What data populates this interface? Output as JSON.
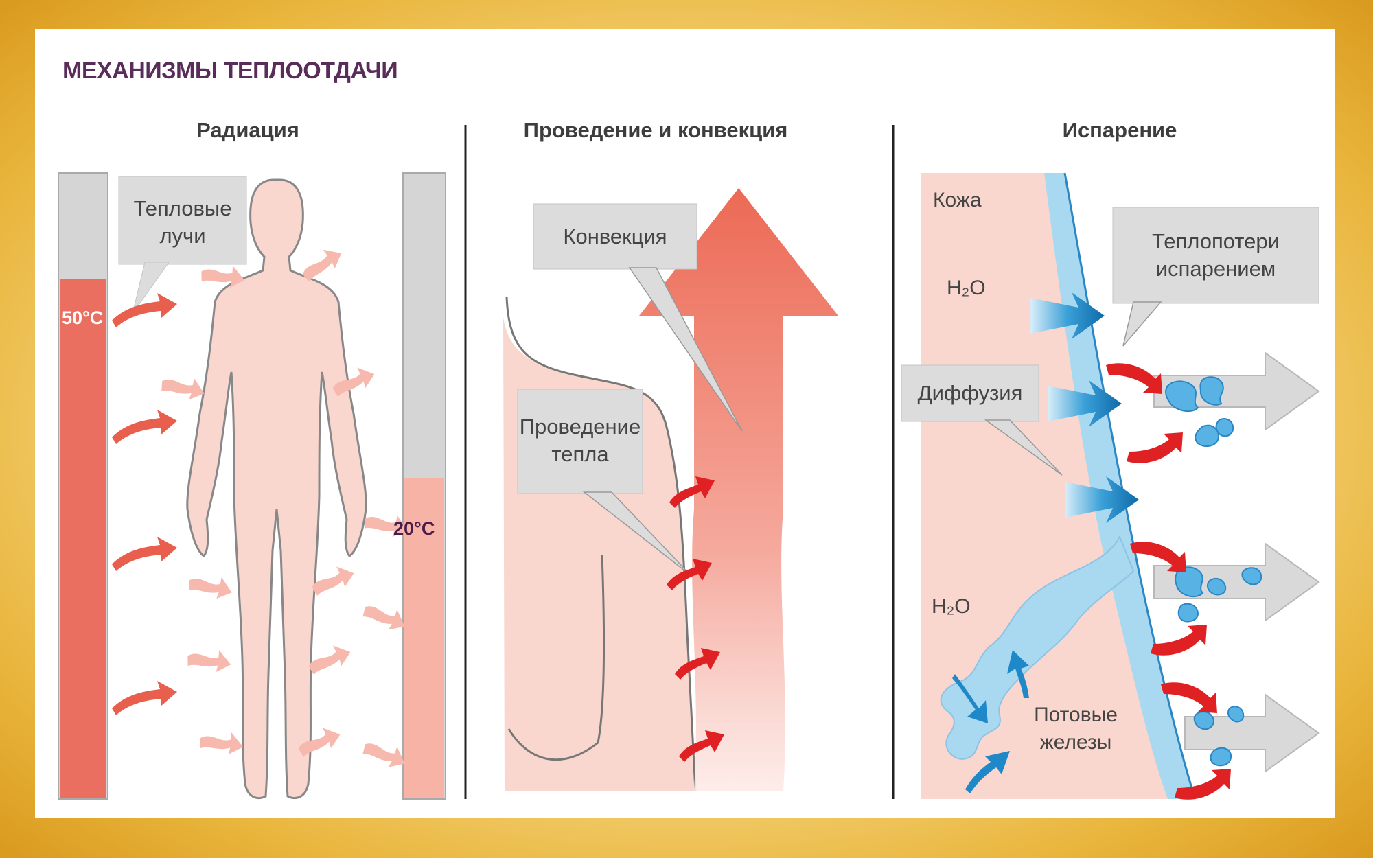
{
  "title": "МЕХАНИЗМЫ ТЕПЛООТДАЧИ",
  "sections": {
    "radiation": {
      "title": "Радиация",
      "callout": [
        "Тепловые",
        "лучи"
      ],
      "hot_temp": "50°C",
      "cold_temp": "20°C"
    },
    "conduction": {
      "title": "Проведение и конвекция",
      "convection_label": "Конвекция",
      "conduction_label": [
        "Проведение",
        "тепла"
      ]
    },
    "evaporation": {
      "title": "Испарение",
      "skin_label": "Кожа",
      "h2o_label": "H₂O",
      "evap_callout": [
        "Теплопотери",
        "испарением"
      ],
      "diffusion_label": "Диффузия",
      "glands_label": [
        "Потовые",
        "железы"
      ]
    }
  },
  "colors": {
    "hot": "#ea6f61",
    "warm": "#f6b3a6",
    "skin": "#f9d7ce",
    "callout": "#dcdcdc",
    "heat_arrow": "#e02124",
    "water": "#1e88c8",
    "sweat": "#a9d8f1"
  }
}
